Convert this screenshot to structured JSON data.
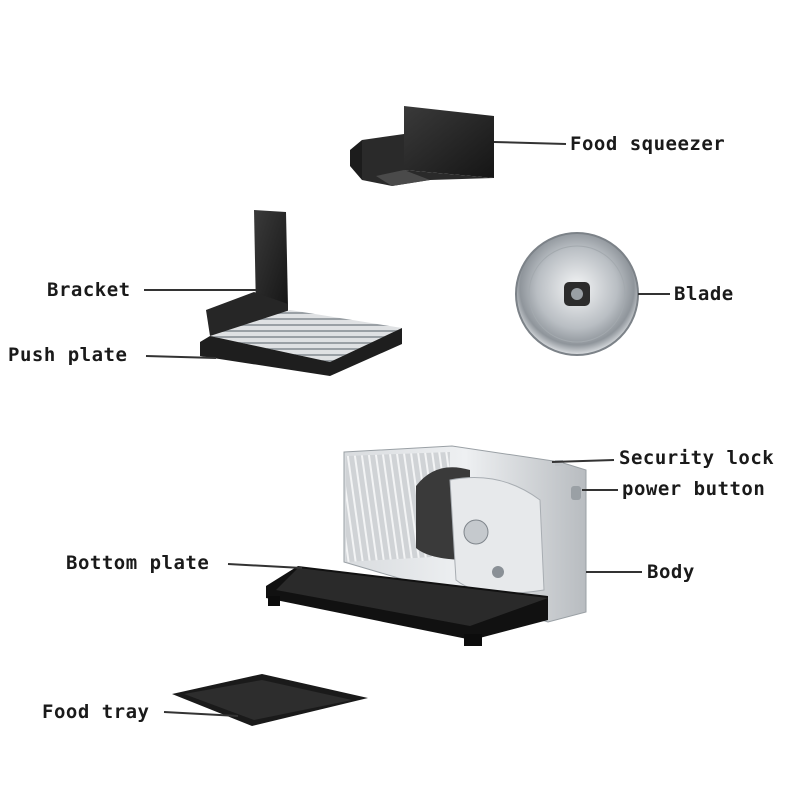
{
  "labels": {
    "food_squeezer": "Food squeezer",
    "bracket": "Bracket",
    "push_plate": "Push plate",
    "blade": "Blade",
    "security_lock": "Security lock",
    "power_button": "power button",
    "body": "Body",
    "bottom_plate": "Bottom plate",
    "food_tray": "Food tray"
  },
  "colors": {
    "part_dark": "#2b2b2b",
    "steel": "#c9cdd1",
    "steel_dark": "#8e949a",
    "leader_line": "#333333",
    "text": "#1a1a1a"
  }
}
